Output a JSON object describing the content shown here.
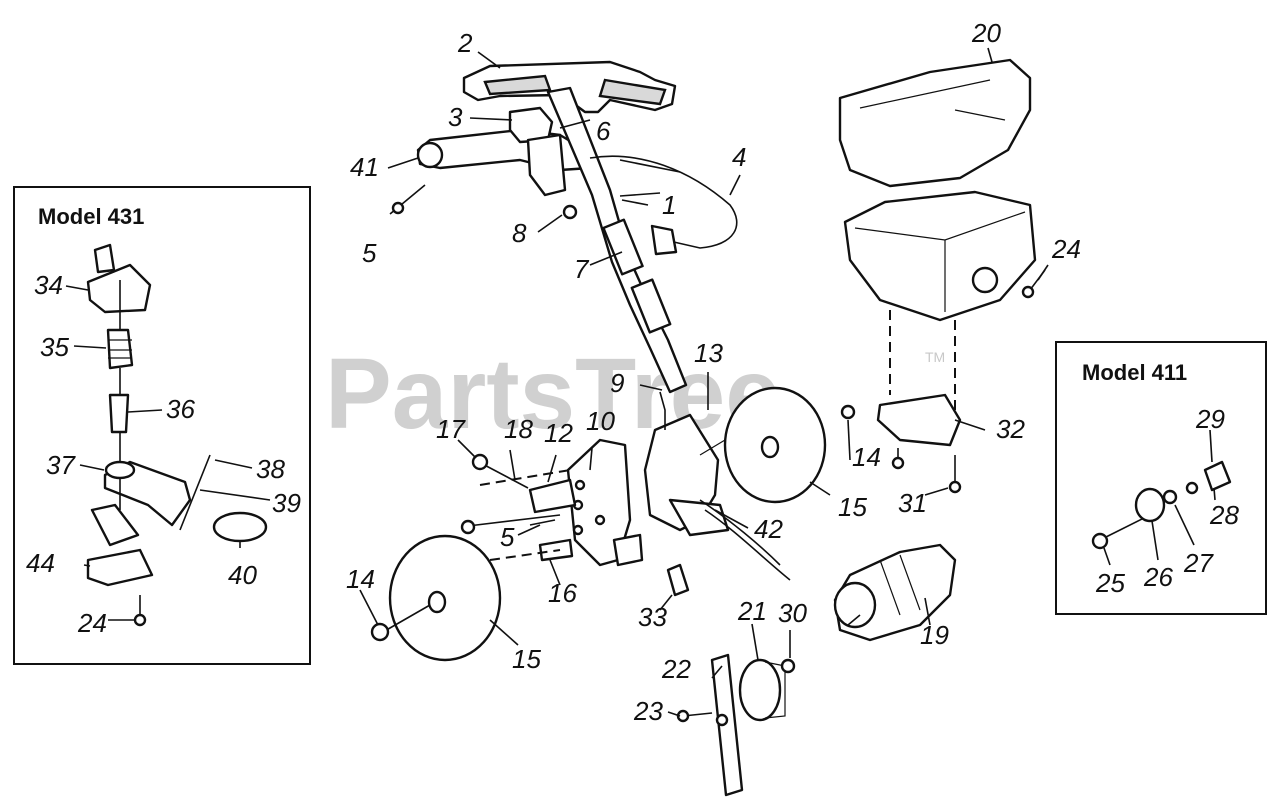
{
  "watermark": {
    "text": "PartsTree",
    "trademark": "TM"
  },
  "insets": {
    "model_431": {
      "title": "Model 431"
    },
    "model_411": {
      "title": "Model 411"
    }
  },
  "callouts": {
    "c2": "2",
    "c20": "20",
    "c3": "3",
    "c6": "6",
    "c4": "4",
    "c41": "41",
    "c1": "1",
    "c8": "8",
    "c5a": "5",
    "c7": "7",
    "c24a": "24",
    "c13": "13",
    "c9": "9",
    "c14a": "14",
    "c17": "17",
    "c18": "18",
    "c12": "12",
    "c10": "10",
    "c15a": "15",
    "c32": "32",
    "c31": "31",
    "c5b": "5",
    "c42": "42",
    "c14b": "14",
    "c16": "16",
    "c33": "33",
    "c15b": "15",
    "c19": "19",
    "c21": "21",
    "c30": "30",
    "c22": "22",
    "c23": "23",
    "c34": "34",
    "c35": "35",
    "c36": "36",
    "c37": "37",
    "c38": "38",
    "c39": "39",
    "c44": "44",
    "c40": "40",
    "c24b": "24",
    "c29": "29",
    "c28": "28",
    "c25": "25",
    "c26": "26",
    "c27": "27"
  }
}
